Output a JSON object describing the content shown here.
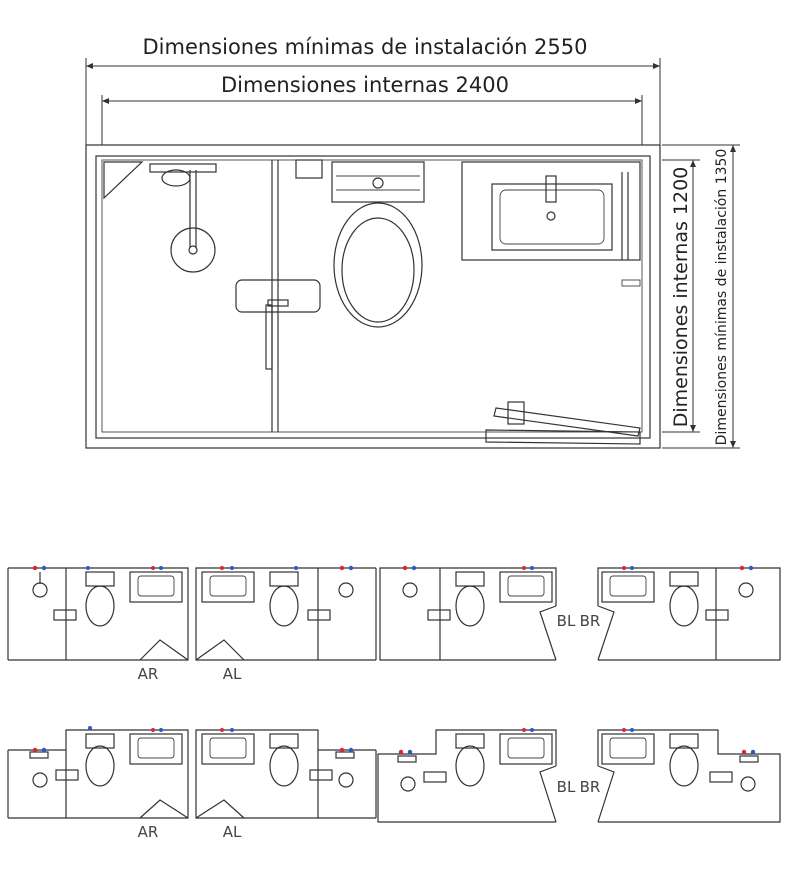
{
  "main_plan": {
    "dim_min_width": "Dimensiones mínimas de instalación 2550",
    "dim_int_width": "Dimensiones internas 2400",
    "dim_int_depth": "Dimensiones internas 1200",
    "dim_min_depth": "Dimensiones mínimas de instalación 1350"
  },
  "variants": {
    "row1": [
      "AR",
      "AL",
      "BL",
      "BR"
    ],
    "row2": [
      "AR",
      "AL",
      "BL",
      "BR"
    ]
  },
  "colors": {
    "hot": "#d7263d",
    "cold": "#2b59c3",
    "line": "#333333"
  }
}
